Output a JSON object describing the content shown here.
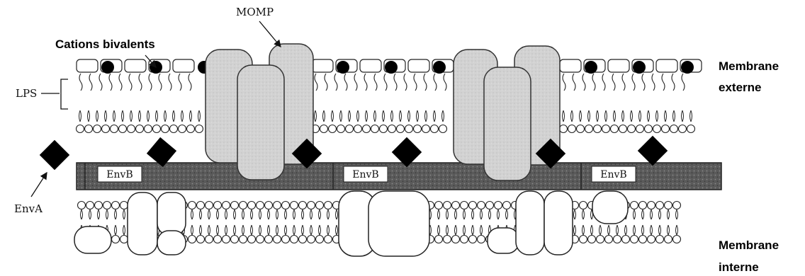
{
  "labels": {
    "momp": "MOMP",
    "cations": "Cations bivalents",
    "lps": "LPS",
    "envA": "EnvA",
    "envB": [
      "EnvB",
      "EnvB",
      "EnvB"
    ],
    "outer_membrane": [
      "Membrane",
      "externe"
    ],
    "inner_membrane": [
      "Membrane",
      "interne"
    ]
  },
  "colors": {
    "background": "#ffffff",
    "ink": "#111111",
    "porin_fill": "#cfcfcf",
    "envb_band": "#5a5a5a",
    "enva_fill": "#000000",
    "cation_fill": "#000000"
  }
}
